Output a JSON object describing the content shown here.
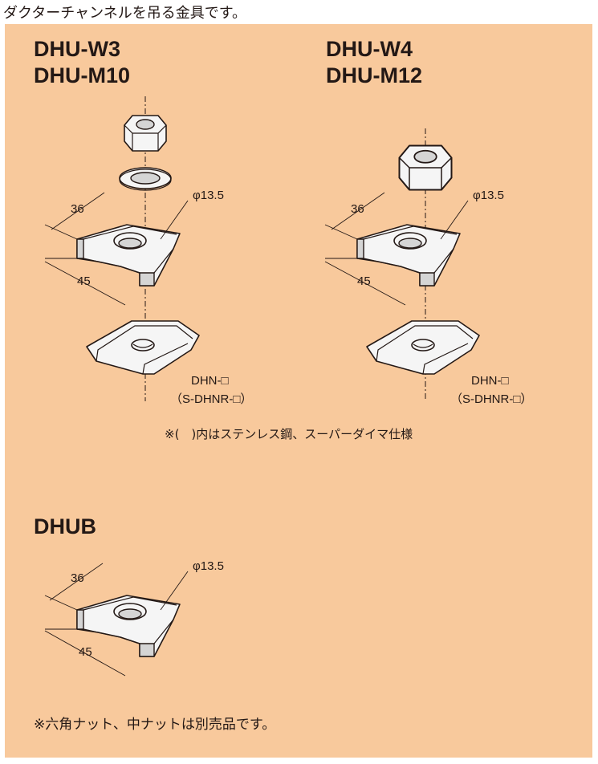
{
  "caption": "ダクターチャンネルを吊る金具です。",
  "products": [
    {
      "title_line1": "DHU-W3",
      "title_line2": "DHU-M10",
      "hole_label": "φ13.5",
      "dim_width": "36",
      "dim_depth": "45",
      "nut_label": "DHN-□",
      "nut_label_alt": "（S-DHNR-□）"
    },
    {
      "title_line1": "DHU-W4",
      "title_line2": "DHU-M12",
      "hole_label": "φ13.5",
      "dim_width": "36",
      "dim_depth": "45",
      "nut_label": "DHN-□",
      "nut_label_alt": "（S-DHNR-□）"
    },
    {
      "title_line1": "DHUB",
      "hole_label": "φ13.5",
      "dim_width": "36",
      "dim_depth": "45"
    }
  ],
  "stainless_note": "※(　)内はステンレス鋼、スーパーダイマ仕様",
  "footer_note": "※六角ナット、中ナットは別売品です。"
}
